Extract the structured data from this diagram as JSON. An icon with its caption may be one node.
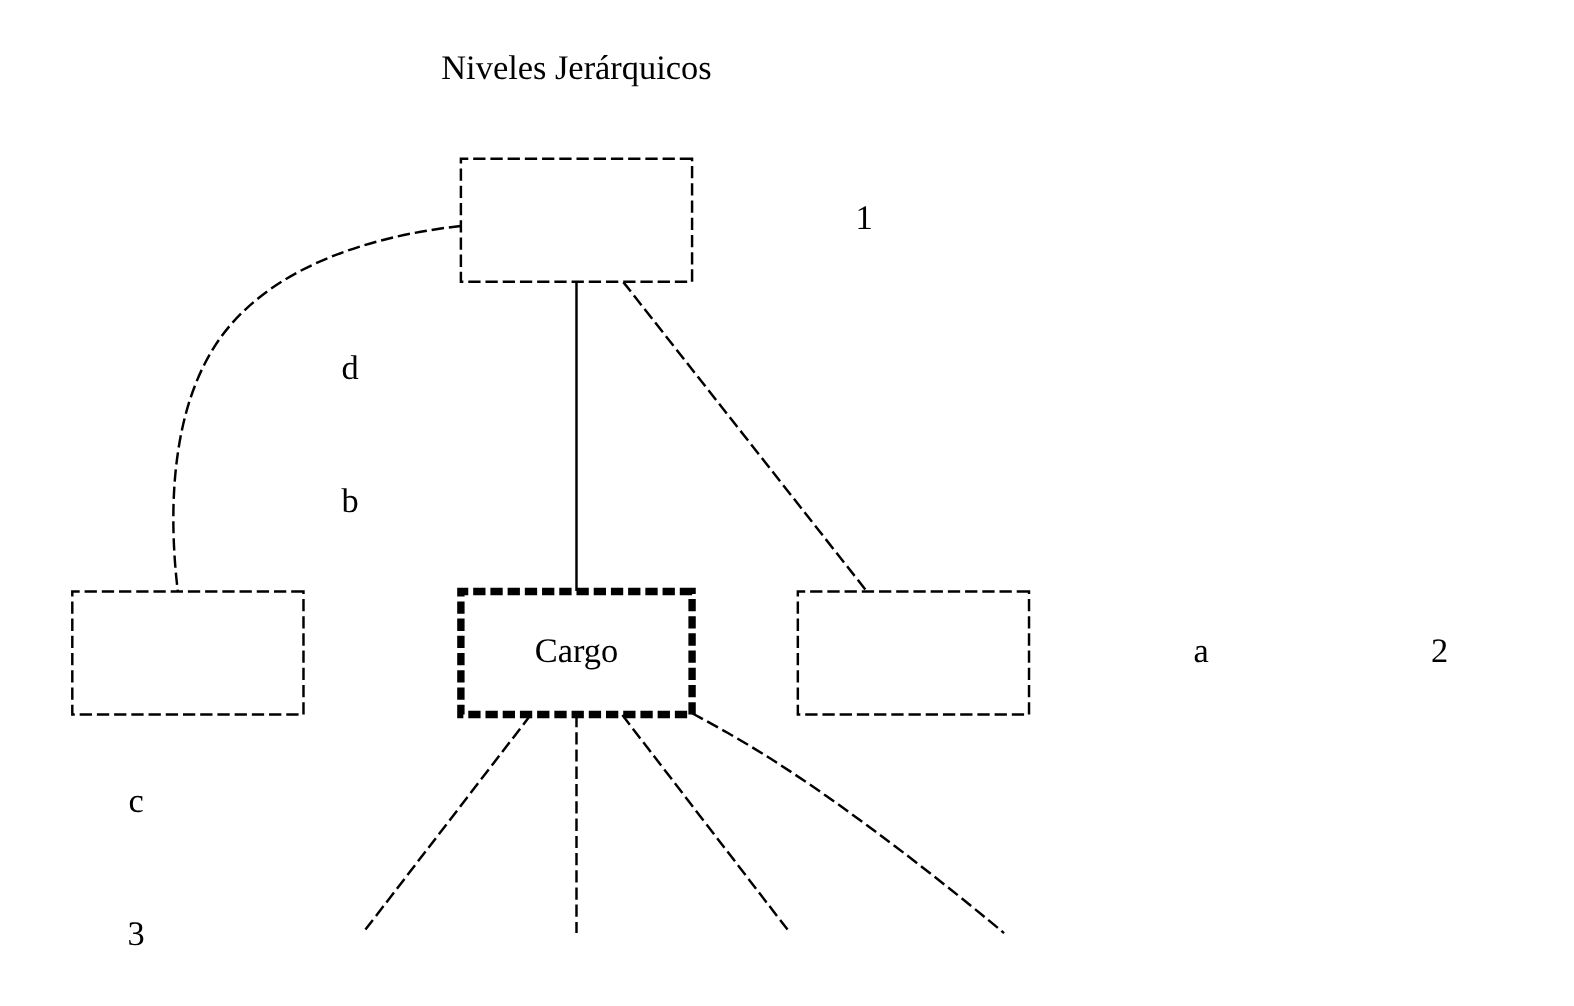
{
  "diagram": {
    "nodes": [
      {
        "text": [],
        "shape": "box"
      },
      {
        "text": [],
        "shape": "box"
      },
      {
        "text": [
          "Cargo"
        ]
      },
      {
        "text": [],
        "shape": "box"
      }
    ],
    "edges": [
      {
        "from": 0,
        "to": 2,
        "arrow": "none"
      },
      {
        "from": 0,
        "to": 1,
        "arrow": "none",
        "style": "dashed"
      },
      {
        "from": 0,
        "to": 3,
        "arrow": "none",
        "style": "dashed"
      },
      {
        "from": 2,
        "to": null,
        "arrow": "none",
        "style": "dashed"
      },
      {
        "from": 2,
        "to": null,
        "arrow": "none",
        "style": "dashed"
      },
      {
        "from": 2,
        "to": null,
        "arrow": "none",
        "style": "dashed"
      },
      {
        "from": 2,
        "to": null,
        "arrow": "none",
        "style": "dashed"
      }
    ],
    "labels": [
      "Niveles Jerárquicos",
      "1",
      "d",
      "b",
      "a",
      "2",
      "c",
      "3"
    ]
  }
}
